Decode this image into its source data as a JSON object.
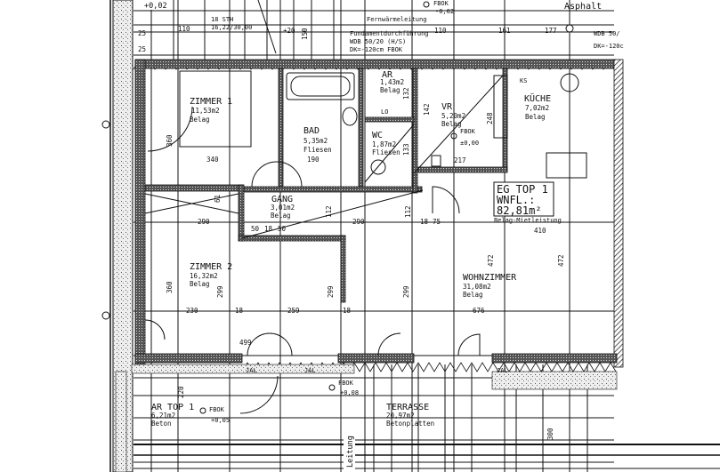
{
  "plan": {
    "unit_label": {
      "title": "EG TOP 1",
      "area_label": "WNFL.:",
      "area": "82,81m²",
      "note": "Belag-Mietleistung"
    },
    "rooms": [
      {
        "name": "ZIMMER 1",
        "area": "11,53m2",
        "floor": "Belag"
      },
      {
        "name": "BAD",
        "area": "5,35m2",
        "floor": "Fliesen"
      },
      {
        "name": "AR",
        "area": "1,43m2",
        "floor": "Belag"
      },
      {
        "name": "WC",
        "area": "1,87m2",
        "floor": "Fliesen"
      },
      {
        "name": "VR",
        "area": "5,20m2",
        "floor": "Belag"
      },
      {
        "name": "KÜCHE",
        "area": "7,02m2",
        "floor": "Belag"
      },
      {
        "name": "GANG",
        "area": "3,01m2",
        "floor": "Belag"
      },
      {
        "name": "ZIMMER 2",
        "area": "16,32m2",
        "floor": "Belag"
      },
      {
        "name": "WOHNZIMMER",
        "area": "31,08m2",
        "floor": "Belag"
      },
      {
        "name": "AR TOP 1",
        "area": "6,21m2",
        "floor": "Beton"
      },
      {
        "name": "TERRASSE",
        "area": "20,97m2",
        "floor": "Betonplatten"
      }
    ],
    "levels": [
      {
        "label": "FBOK",
        "value": "-0,02"
      },
      {
        "label": "FBOK",
        "value": "±0,00"
      },
      {
        "label": "FBOK",
        "value": "+0,08"
      },
      {
        "label": "FBOK",
        "value": "+0,05"
      }
    ],
    "notes": {
      "asphalt": "Asphalt",
      "stairs": "18 STH",
      "stairs_ratio": "16,22/30,00",
      "district_heating": "Fernwärmeleitung",
      "foundation": "Fundamentdurchführung",
      "wdb": "WDB 50/20 (H/S)",
      "dk": "DK=-120cm FBOK",
      "wdb_right": "WDB 50/",
      "dk_right": "DK=-120c",
      "leitung": "Leitung",
      "jal": "JAL",
      "ks": "KS",
      "lo": "LO",
      "top_level": "+0,02"
    },
    "dimensions": [
      "25",
      "110",
      "25",
      "+20",
      "150",
      "110",
      "161",
      "177",
      "340",
      "190",
      "360",
      "61",
      "290",
      "50",
      "18",
      "50",
      "112",
      "290",
      "112",
      "18",
      "75",
      "410",
      "248",
      "217",
      "142",
      "132",
      "133",
      "360",
      "299",
      "299",
      "299",
      "230",
      "18",
      "259",
      "18",
      "676",
      "472",
      "472",
      "220",
      "300",
      "499"
    ]
  }
}
